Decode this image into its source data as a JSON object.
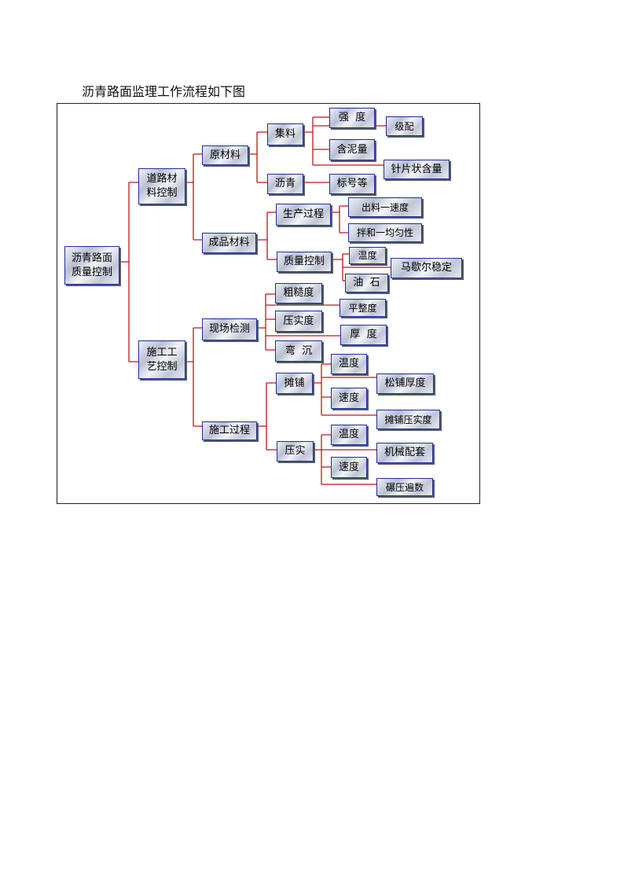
{
  "title": "沥青路面监理工作流程如下图",
  "nodes": {
    "root": "沥青路面\n质量控制",
    "material": "道路材\n料控制",
    "process": "施工工\n艺控制",
    "raw": "原材料",
    "finished": "成品材料",
    "field": "现场检测",
    "construction": "施工过程",
    "aggregate": "集料",
    "asphalt": "沥青",
    "strength": "强  度",
    "gradation": "级配",
    "mud": "含泥量",
    "needle": "针片状含量",
    "grade": "标号等",
    "production": "生产过程",
    "quality": "质量控制",
    "output_speed": "出料一速度",
    "mix_uniform": "拌和一均匀性",
    "temp1": "温度",
    "marshall": "马歇尔稳定",
    "oil_stone": "油  石",
    "roughness": "粗糙度",
    "flatness": "平整度",
    "compaction": "压实度",
    "thickness": "厚  度",
    "deflection": "弯  沉",
    "paving": "摊铺",
    "compacting": "压实",
    "pave_temp": "温度",
    "pave_speed": "速度",
    "loose_thickness": "松铺厚度",
    "pave_compaction": "摊铺压实度",
    "comp_temp": "温度",
    "comp_speed": "速度",
    "machinery": "机械配套",
    "roll_passes": "碾压遍数"
  }
}
